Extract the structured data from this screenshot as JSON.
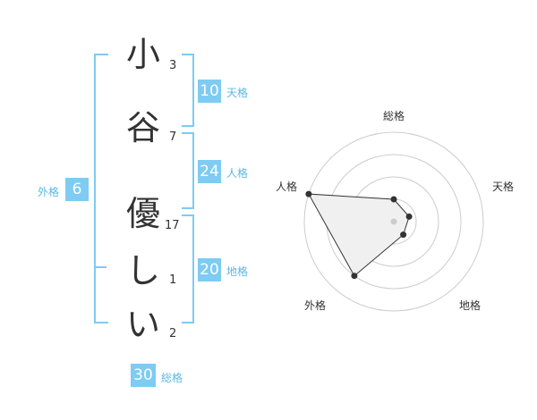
{
  "name": {
    "characters": [
      {
        "char": "小",
        "strokes": "3"
      },
      {
        "char": "谷",
        "strokes": "7"
      },
      {
        "char": "優",
        "strokes": "17"
      },
      {
        "char": "し",
        "strokes": "1"
      },
      {
        "char": "い",
        "strokes": "2"
      }
    ]
  },
  "fortune": {
    "tenkaku": {
      "label": "天格",
      "value": "10"
    },
    "jinkaku": {
      "label": "人格",
      "value": "24"
    },
    "chikaku": {
      "label": "地格",
      "value": "20"
    },
    "gaikaku": {
      "label": "外格",
      "value": "6"
    },
    "soukaku": {
      "label": "総格",
      "value": "30"
    }
  },
  "colors": {
    "accent": "#7ecbf3",
    "label": "#5db7e6",
    "text": "#333333"
  },
  "chart_data": {
    "type": "radar",
    "axes": [
      "総格",
      "天格",
      "地格",
      "外格",
      "人格"
    ],
    "values": [
      0.25,
      0.18,
      0.18,
      0.75,
      1.0
    ],
    "rings": 4
  }
}
